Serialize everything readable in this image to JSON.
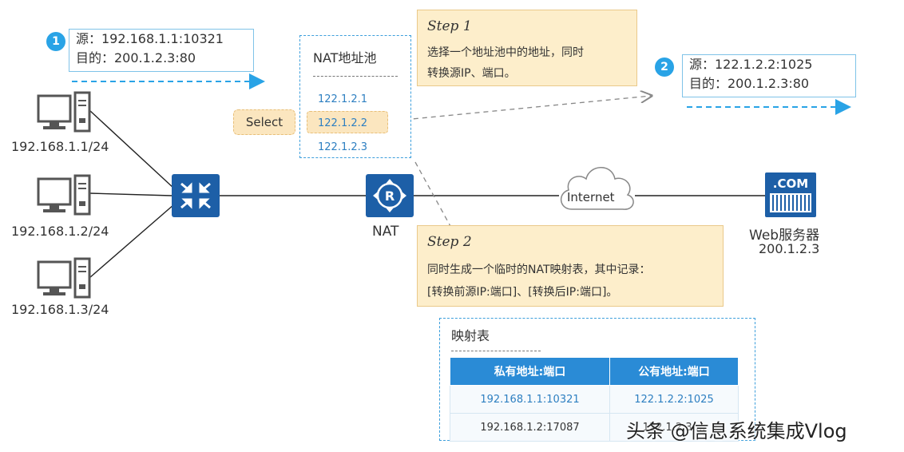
{
  "packet1": {
    "badge": "1",
    "src": "源：192.168.1.1:10321",
    "dst": "目的：200.1.2.3:80"
  },
  "packet2": {
    "badge": "2",
    "src": "源：122.1.2.2:1025",
    "dst": "目的：200.1.2.3:80"
  },
  "nat_pool": {
    "title": "NAT地址池",
    "addresses": [
      "122.1.2.1",
      "122.1.2.2",
      "122.1.2.3"
    ]
  },
  "select_label": "Select",
  "step1": {
    "title": "Step 1",
    "line1": "选择一个地址池中的地址，同时",
    "line2": "转换源IP、端口。"
  },
  "step2": {
    "title": "Step 2",
    "line1": "同时生成一个临时的NAT映射表，其中记录：",
    "line2": "[转换前源IP:端口]、[转换后IP:端口]。"
  },
  "hosts": [
    "192.168.1.1/24",
    "192.168.1.2/24",
    "192.168.1.3/24"
  ],
  "nat_label": "NAT",
  "router_glyph": "R",
  "internet_label": "Internet",
  "server": {
    "badge": ".COM",
    "name": "Web服务器",
    "ip": "200.1.2.3"
  },
  "mapping_table": {
    "title": "映射表",
    "headers": [
      "私有地址:端口",
      "公有地址:端口"
    ],
    "rows": [
      [
        "192.168.1.1:10321",
        "122.1.2.2:1025"
      ],
      [
        "192.168.1.2:17087",
        "122.1.2.3:..."
      ]
    ]
  },
  "watermark": "头条 @信息系统集成Vlog",
  "colors": {
    "accent": "#29a3e6",
    "device": "#1d5fa7",
    "step_bg": "#fdeecb",
    "table_header": "#2a8bd6"
  },
  "icons": [
    "computer-icon",
    "switch-icon",
    "router-icon",
    "cloud-icon",
    "server-icon"
  ]
}
